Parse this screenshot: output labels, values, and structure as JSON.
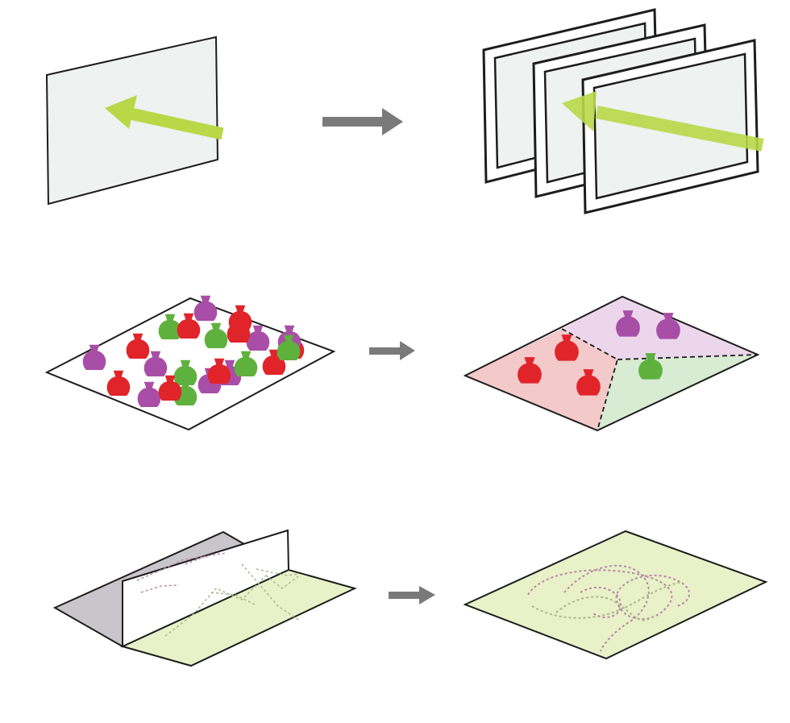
{
  "diagram": {
    "rows": [
      {
        "name": "single-to-multiple-surfaces",
        "left": {
          "kind": "flat-panel-with-arrow"
        },
        "right": {
          "kind": "stacked-frames-with-arrow"
        }
      },
      {
        "name": "mixed-to-zoned-plane",
        "left": {
          "kind": "plane-with-mixed-figures",
          "figures": [
            "purple",
            "purple",
            "red",
            "green",
            "red",
            "red",
            "green",
            "purple",
            "red",
            "purple",
            "green",
            "red",
            "purple",
            "green",
            "purple",
            "red",
            "green",
            "red",
            "purple",
            "red",
            "purple",
            "red",
            "green"
          ]
        },
        "right": {
          "kind": "zoned-plane",
          "zones": [
            {
              "name": "purple-zone",
              "figures": [
                "purple",
                "purple"
              ]
            },
            {
              "name": "red-zone",
              "figures": [
                "red",
                "red",
                "red"
              ]
            },
            {
              "name": "green-zone",
              "figures": [
                "green"
              ]
            }
          ]
        }
      },
      {
        "name": "divided-to-open-plane",
        "left": {
          "kind": "plane-with-vertical-wall-and-paths"
        },
        "right": {
          "kind": "open-plane-with-meandering-paths"
        }
      }
    ],
    "colors": {
      "purple": "#a94ea6",
      "red": "#e0242a",
      "green": "#5fb13d",
      "lime_arrow": "#b8d848",
      "gray_arrow": "#7a7a7a",
      "panel_fill": "#eef2f0",
      "plane_green": "#e9f1c8",
      "wall_gray": "#c9c6cb",
      "zone_pink": "#f3c9c9",
      "zone_lilac": "#ecd6ec",
      "zone_mint": "#d8ebd3"
    }
  }
}
